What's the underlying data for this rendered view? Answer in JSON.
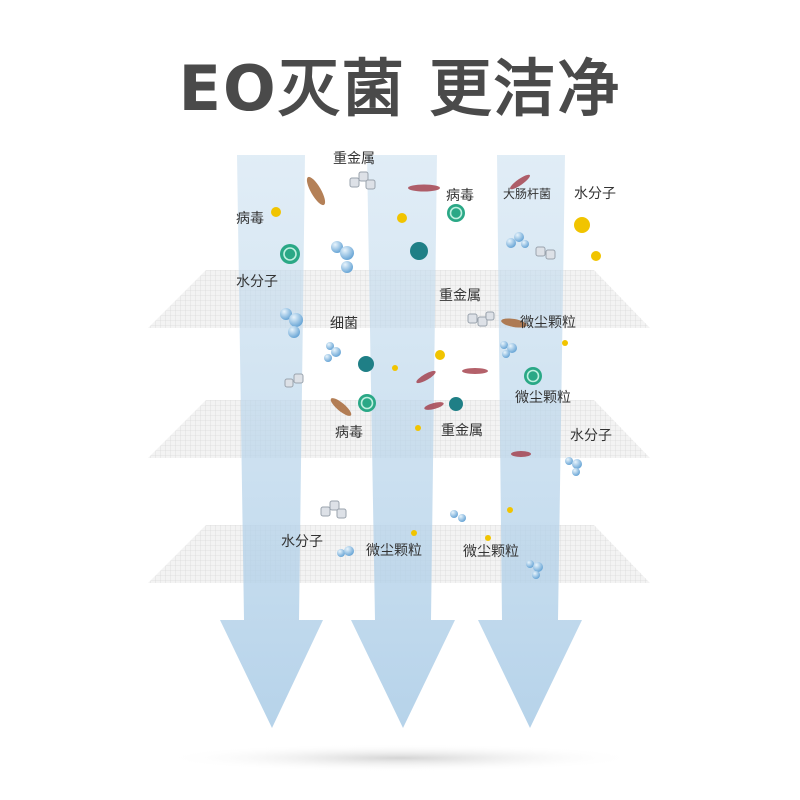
{
  "title": "EO灭菌 更洁净",
  "colors": {
    "arrow": "#b7d3ea",
    "sheet": "#efefef",
    "mesh": "#d2d2d2",
    "bacteria": "#a86a3a",
    "ecoli": "#a23a46",
    "virus_green": "#2aa886",
    "virus_dark": "#1f7f86",
    "dust": "#f1c400",
    "water": "#7fb6de",
    "metal": "#c9ced6"
  },
  "labels": [
    {
      "key": "heavy_metal_top",
      "text": "重金属"
    },
    {
      "key": "virus_top_mid",
      "text": "病毒"
    },
    {
      "key": "ecoli_top",
      "text": "大肠杆菌"
    },
    {
      "key": "water_top_right",
      "text": "水分子"
    },
    {
      "key": "virus_left",
      "text": "病毒"
    },
    {
      "key": "water_left",
      "text": "水分子"
    },
    {
      "key": "heavy_metal_mid",
      "text": "重金属"
    },
    {
      "key": "bacteria_mid",
      "text": "细菌"
    },
    {
      "key": "dust_mid_right",
      "text": "微尘颗粒"
    },
    {
      "key": "dust_right",
      "text": "微尘颗粒"
    },
    {
      "key": "virus_lower",
      "text": "病毒"
    },
    {
      "key": "heavy_metal_lower",
      "text": "重金属"
    },
    {
      "key": "water_lower_right",
      "text": "水分子"
    },
    {
      "key": "water_bottom_left",
      "text": "水分子"
    },
    {
      "key": "dust_bottom_mid",
      "text": "微尘颗粒"
    },
    {
      "key": "dust_bottom_right",
      "text": "微尘颗粒"
    }
  ]
}
